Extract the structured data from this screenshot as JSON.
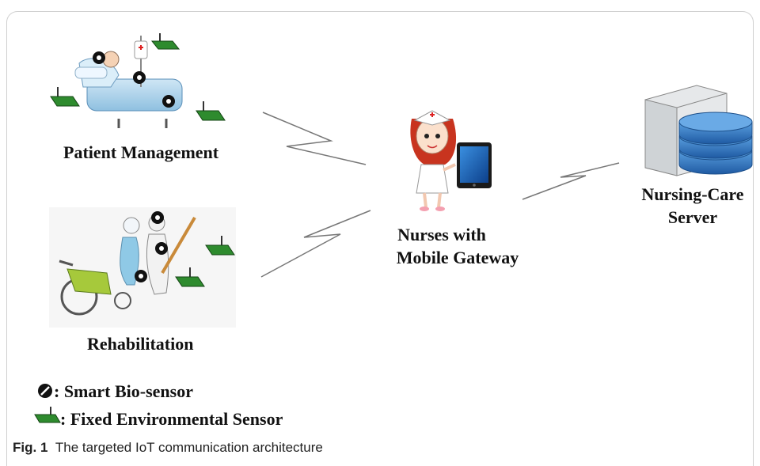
{
  "labels": {
    "patient": "Patient Management",
    "rehab": "Rehabilitation",
    "nurses_line1": "Nurses with",
    "nurses_line2": "Mobile Gateway",
    "server_line1": "Nursing-Care",
    "server_line2": "Server"
  },
  "legend": {
    "bio": ": Smart Bio-sensor",
    "env": ": Fixed Environmental Sensor"
  },
  "caption": {
    "prefix": "Fig. 1",
    "text": "The targeted IoT communication architecture"
  },
  "colors": {
    "sensor_green": "#2e8b2e",
    "server_blue": "#2e6fb8",
    "nurse_hair": "#c8341f"
  }
}
